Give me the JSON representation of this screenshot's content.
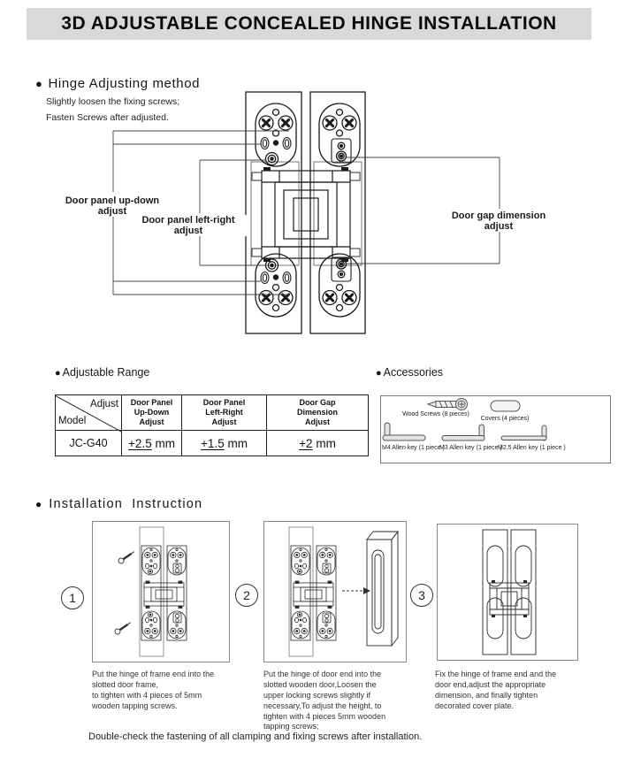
{
  "page": {
    "title": "3D ADJUSTABLE CONCEALED HINGE INSTALLATION"
  },
  "icons": {
    "bullet": "●"
  },
  "hinge_adjusting": {
    "heading": "Hinge Adjusting method",
    "notes": {
      "line1": "Slightly loosen the fixing screws;",
      "line2": "Fasten Screws after adjusted."
    },
    "callouts": {
      "up_down": "Door panel up-down adjust",
      "left_right": "Door panel left-right adjust",
      "door_gap": "Door gap dimension adjust"
    }
  },
  "adjustable_range": {
    "heading": "Adjustable Range",
    "corner": {
      "top": "Adjust",
      "bottom": "Model"
    },
    "columns": [
      "Door Panel\nUp-Down\nAdjust",
      "Door Panel\nLeft-Right\nAdjust",
      "Door Gap\nDimension\nAdjust"
    ],
    "row": {
      "model": "JC-G40",
      "values": [
        {
          "num": "+2.5",
          "unit": " mm"
        },
        {
          "num": "+1.5",
          "unit": " mm"
        },
        {
          "num": "+2",
          "unit": " mm"
        }
      ]
    }
  },
  "accessories": {
    "heading": "Accessories",
    "items": [
      "Wood Screws (8 pieces)",
      "Covers (4 pieces)",
      "M4 Allen key (1 piece )",
      "M3 Allen key (1 piece )",
      "M2.5 Allen key (1 piece )"
    ]
  },
  "installation": {
    "heading": "Installation Instruction",
    "steps": [
      {
        "number": "1",
        "caption": "Put the hinge of frame end into the\nslotted door frame,\nto tighten with 4 pieces of 5mm\nwooden tapping screws."
      },
      {
        "number": "2",
        "caption": "Put the hinge of door end into the\nslotted wooden door,Loosen the\nupper locking screws slightly if\nnecessary,To adjust the height, to\ntighten with 4 pieces 5mm wooden\ntapping screws;"
      },
      {
        "number": "3",
        "caption": "Fix the hinge of frame end and the\ndoor end,adjust the appropriate\ndimension, and finally tighten\ndecorated cover plate."
      }
    ],
    "footer": "Double-check the fastening of all clamping and fixing screws after installation."
  }
}
